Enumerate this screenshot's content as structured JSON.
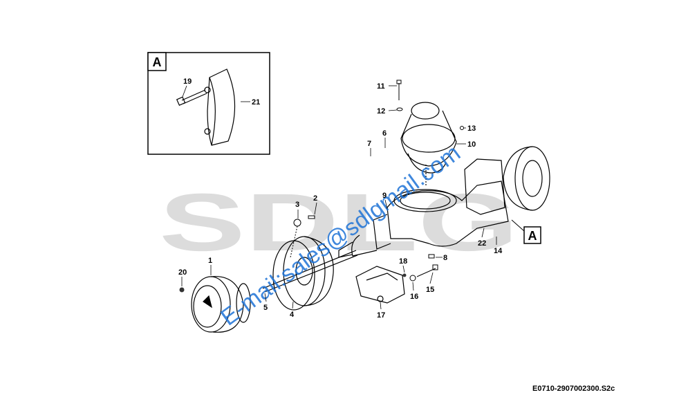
{
  "detail_label": "A",
  "view_label": "A",
  "reference_code": "E0710-2907002300.S2c",
  "watermark": {
    "logo_text": "SDLG",
    "email_text": "E-mail:sales@sdlgmail.com"
  },
  "callouts": {
    "c1": "1",
    "c2": "2",
    "c3": "3",
    "c4": "4",
    "c5": "5",
    "c6": "6",
    "c7": "7",
    "c8": "8",
    "c9": "9",
    "c10": "10",
    "c11": "11",
    "c12": "12",
    "c13": "13",
    "c14": "14",
    "c15": "15",
    "c16": "16",
    "c17": "17",
    "c18": "18",
    "c19": "19",
    "c20": "20",
    "c21": "21",
    "c22": "22"
  },
  "colors": {
    "line": "#000000",
    "watermark_blue": "#1e73d6",
    "logo_grey": "#dcdcdc"
  }
}
